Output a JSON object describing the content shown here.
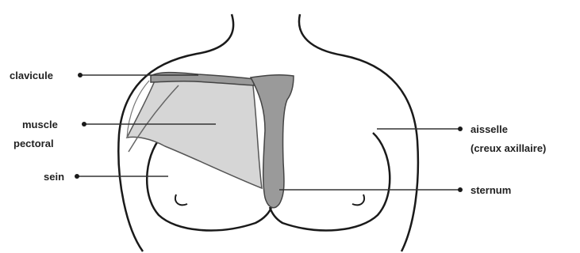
{
  "labels": {
    "clavicule": "clavicule",
    "muscle_line1": "muscle",
    "muscle_line2": "pectoral",
    "sein": "sein",
    "aisselle_line1": "aisselle",
    "aisselle_line2": "(creux axillaire)",
    "sternum": "sternum"
  },
  "colors": {
    "outline": "#1a1a1a",
    "bone": "#9a9a9a",
    "muscle": "#d6d6d6",
    "leader": "#333333"
  }
}
